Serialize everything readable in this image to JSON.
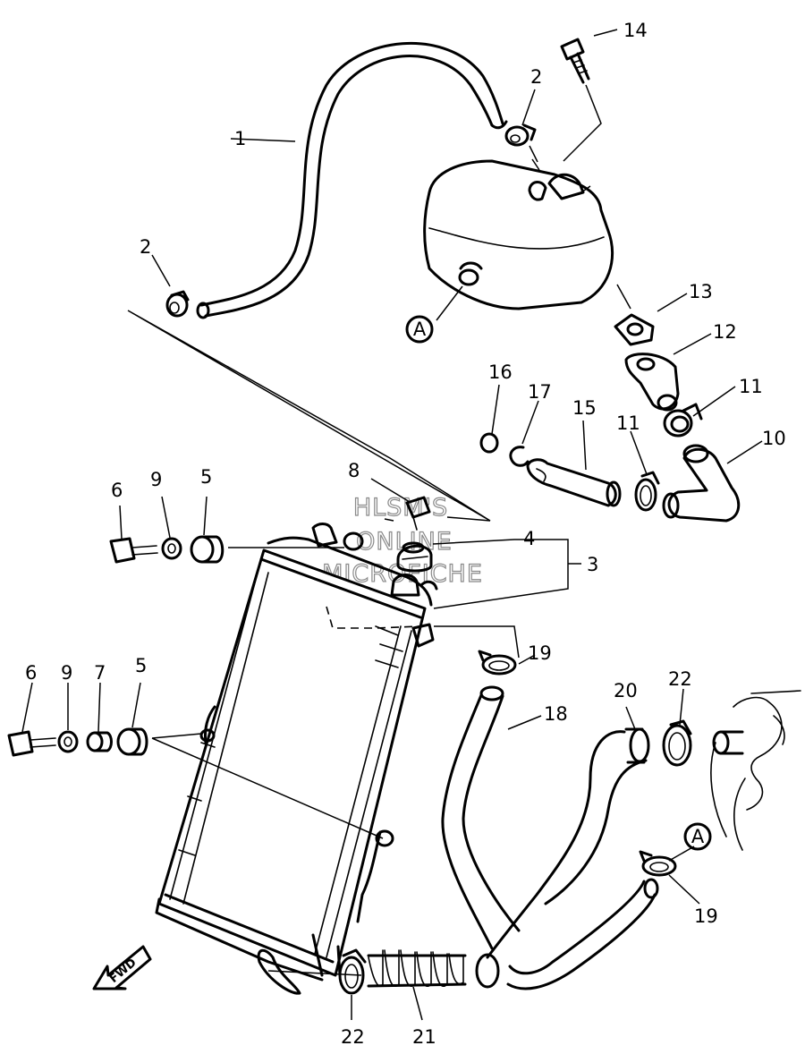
{
  "callouts": [
    {
      "id": "c1",
      "text": "1"
    },
    {
      "id": "c2a",
      "text": "2"
    },
    {
      "id": "c2b",
      "text": "2"
    },
    {
      "id": "c3",
      "text": "3"
    },
    {
      "id": "c4",
      "text": "4"
    },
    {
      "id": "c5a",
      "text": "5"
    },
    {
      "id": "c5b",
      "text": "5"
    },
    {
      "id": "c6a",
      "text": "6"
    },
    {
      "id": "c6b",
      "text": "6"
    },
    {
      "id": "c7",
      "text": "7"
    },
    {
      "id": "c8",
      "text": "8"
    },
    {
      "id": "c9a",
      "text": "9"
    },
    {
      "id": "c9b",
      "text": "9"
    },
    {
      "id": "c10",
      "text": "10"
    },
    {
      "id": "c11a",
      "text": "11"
    },
    {
      "id": "c11b",
      "text": "11"
    },
    {
      "id": "c12",
      "text": "12"
    },
    {
      "id": "c13",
      "text": "13"
    },
    {
      "id": "c14",
      "text": "14"
    },
    {
      "id": "c15",
      "text": "15"
    },
    {
      "id": "c16",
      "text": "16"
    },
    {
      "id": "c17",
      "text": "17"
    },
    {
      "id": "c18",
      "text": "18"
    },
    {
      "id": "c19a",
      "text": "19"
    },
    {
      "id": "c19b",
      "text": "19"
    },
    {
      "id": "c20",
      "text": "20"
    },
    {
      "id": "c21",
      "text": "21"
    },
    {
      "id": "c22a",
      "text": "22"
    },
    {
      "id": "c22b",
      "text": "22"
    }
  ],
  "connectors": {
    "a1": "A",
    "a2": "A"
  },
  "direction": {
    "label": "FWD"
  },
  "watermark": {
    "line1": "HLSM'S",
    "line2": "ONLINE",
    "line3": "MICROFICHE"
  }
}
